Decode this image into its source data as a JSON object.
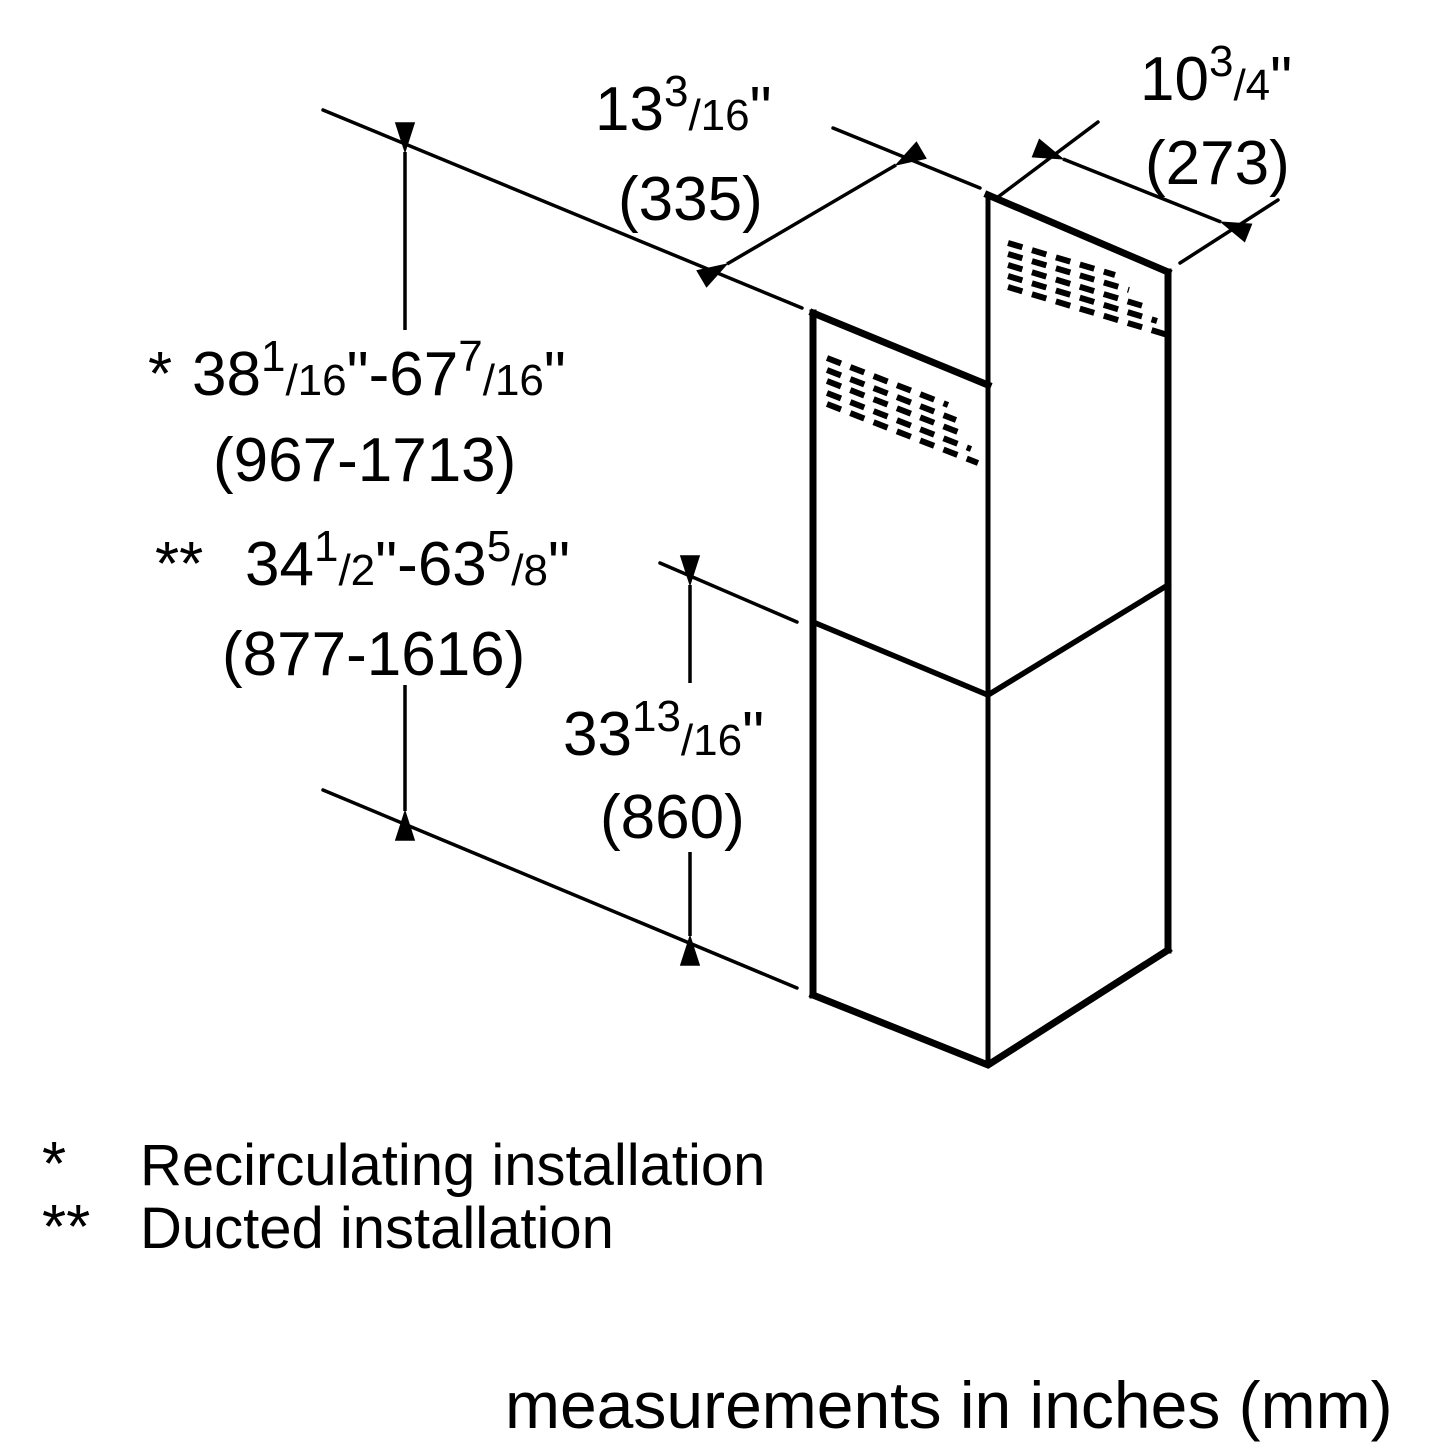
{
  "title": "chimney-extension-dimension-diagram",
  "colors": {
    "line": "#000000",
    "background": "#ffffff"
  },
  "dims": {
    "width": {
      "p1": "13",
      "p2": "3",
      "p3": "/16",
      "p4": "\"",
      "mm": "(335)"
    },
    "depth": {
      "p1": "10",
      "p2": "3",
      "p3": "/4",
      "p4": "\"",
      "mm": "(273)"
    },
    "recirc": {
      "star": "*",
      "p1": "38",
      "p2": "1",
      "p3": "/16",
      "p4": "\"-",
      "p5": "67",
      "p6": "7",
      "p7": "/16",
      "p8": "\"",
      "mm": "(967-1713)"
    },
    "ducted": {
      "star": "**",
      "p1": "34",
      "p2": "1",
      "p3": "/2",
      "p4": "\"-",
      "p5": "63",
      "p6": "5",
      "p7": "/8",
      "p8": "\"",
      "mm": "(877-1616)"
    },
    "lower": {
      "p1": "33",
      "p2": "13",
      "p3": "/16",
      "p4": "\"",
      "mm": "(860)"
    }
  },
  "legend": [
    {
      "symbol": "*",
      "label": "Recirculating installation"
    },
    {
      "symbol": "**",
      "label": "Ducted installation"
    }
  ],
  "footer": "measurements in inches (mm)"
}
